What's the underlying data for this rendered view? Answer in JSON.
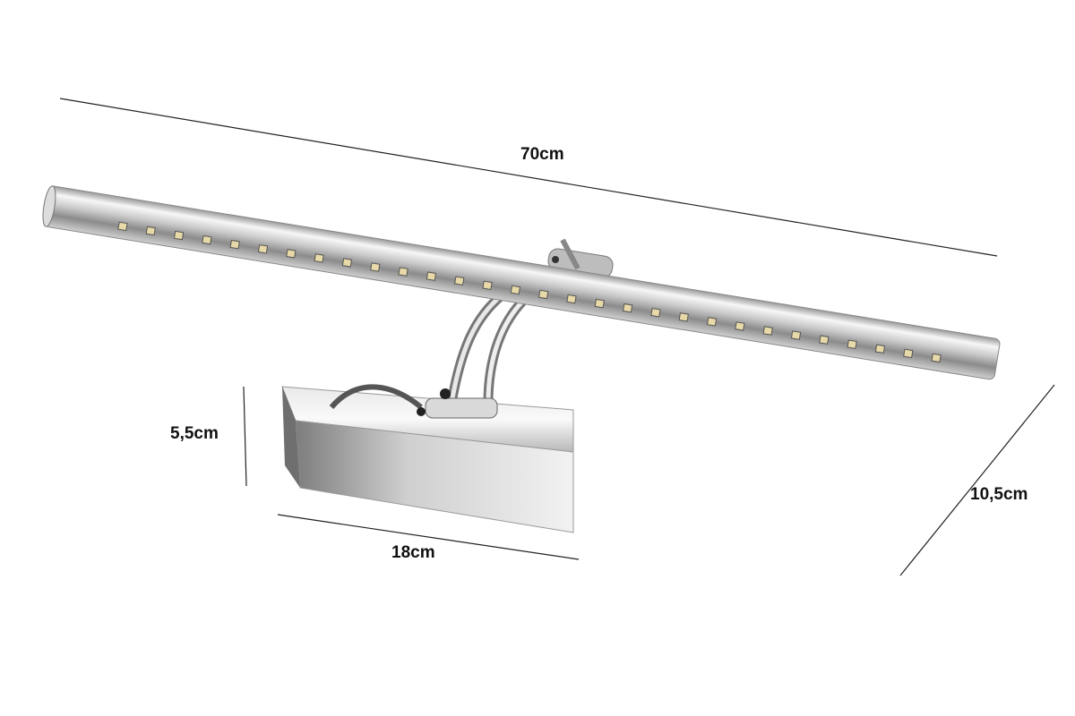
{
  "dimensions": {
    "length": "70cm",
    "height": "5,5cm",
    "base_width": "18cm",
    "depth": "10,5cm"
  },
  "product": {
    "led_count": 30,
    "colors": {
      "chrome_light": "#f4f4f4",
      "chrome_dark": "#8a8a8a",
      "led": "#e8d9a8"
    }
  }
}
